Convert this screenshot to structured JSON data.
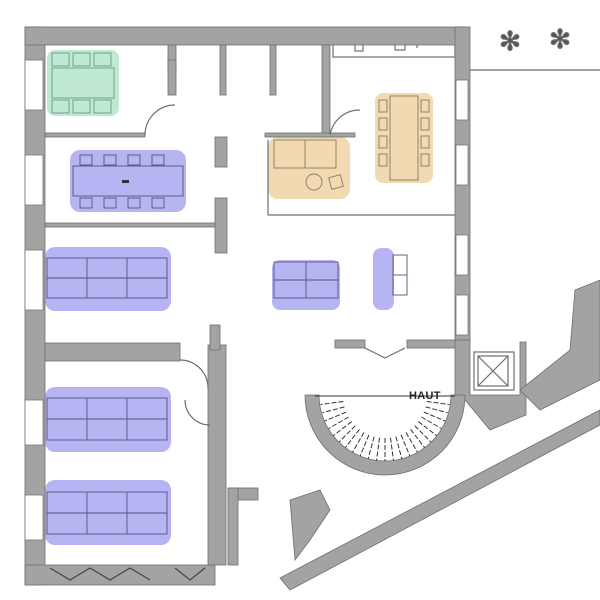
{
  "floor_plan": {
    "stair_label": "HAUT",
    "zones": [
      {
        "name": "meeting-room-green",
        "color": "#bfe9d3"
      },
      {
        "name": "meeting-table-purple",
        "color": "#aaa7f2"
      },
      {
        "name": "lounge-tan",
        "color": "#f1d9b2"
      }
    ],
    "wall_color": "#a3a3a3"
  }
}
